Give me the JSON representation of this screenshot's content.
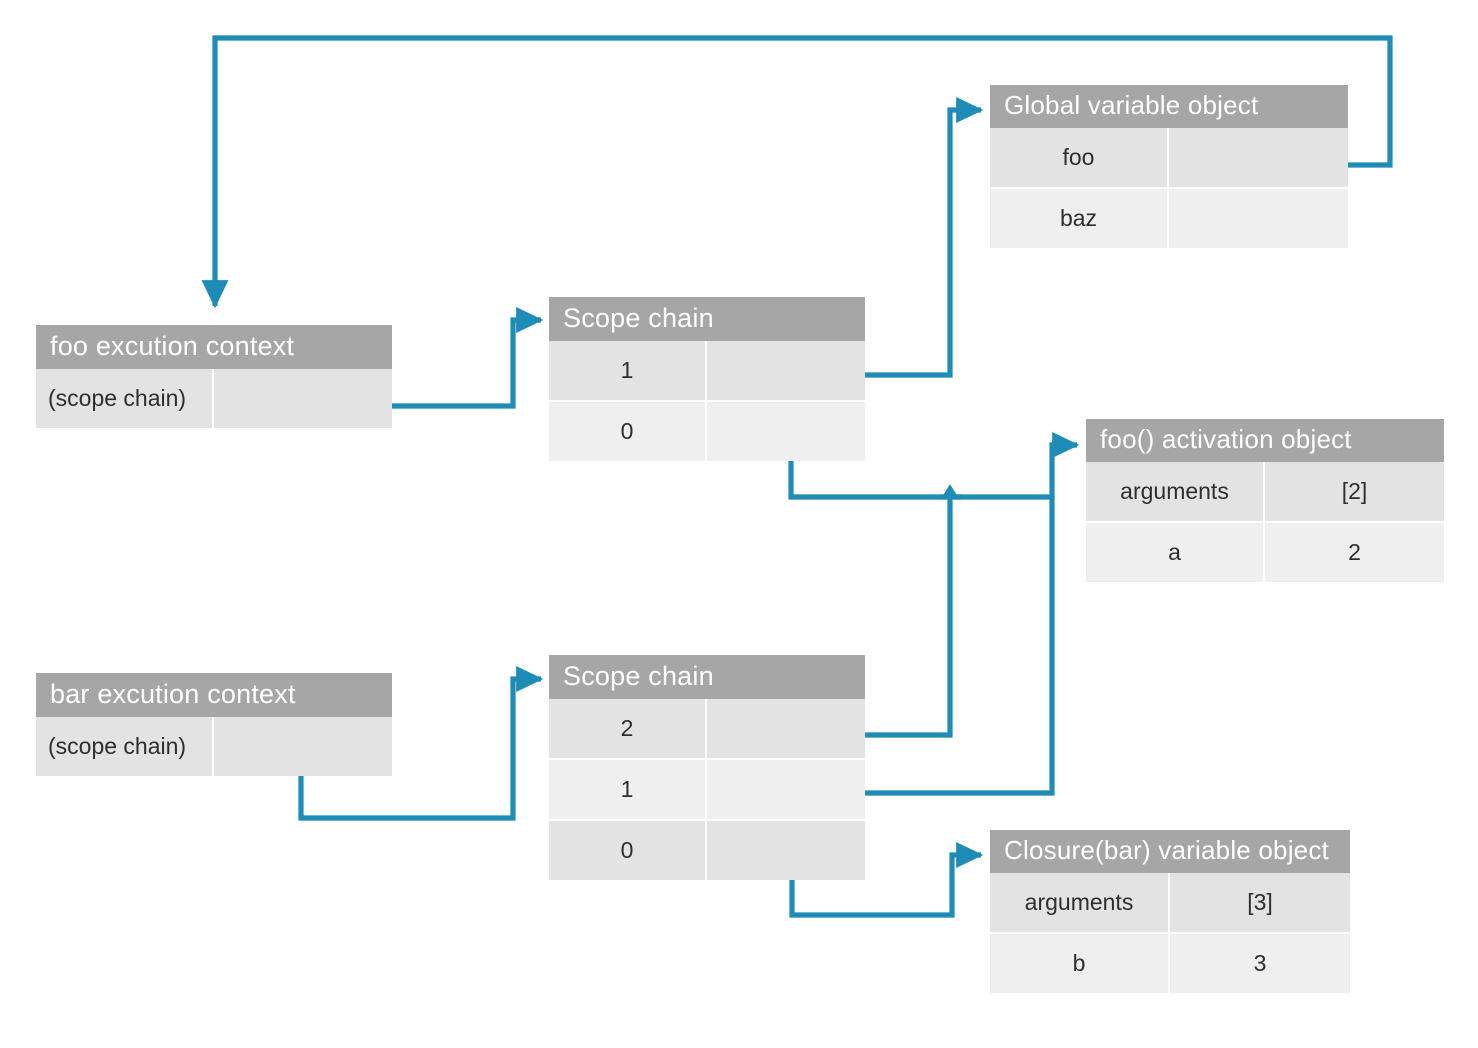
{
  "diagram": {
    "title": "JavaScript scope chain and closure reference diagram",
    "accent_color": "#1f8cb8",
    "header_color": "#a6a6a6",
    "row_color": "#e3e3e3",
    "row_alt_color": "#efefef"
  },
  "nodes": {
    "foo_context": {
      "header": "foo excution context",
      "rows": [
        {
          "key": "(scope chain)",
          "value": ""
        }
      ]
    },
    "bar_context": {
      "header": "bar excution context",
      "rows": [
        {
          "key": "(scope chain)",
          "value": ""
        }
      ]
    },
    "scope_chain_foo": {
      "header": "Scope chain",
      "rows": [
        {
          "key": "1",
          "value": ""
        },
        {
          "key": "0",
          "value": ""
        }
      ]
    },
    "scope_chain_bar": {
      "header": "Scope chain",
      "rows": [
        {
          "key": "2",
          "value": ""
        },
        {
          "key": "1",
          "value": ""
        },
        {
          "key": "0",
          "value": ""
        }
      ]
    },
    "global_variable_object": {
      "header": "Global variable object",
      "rows": [
        {
          "key": "foo",
          "value": ""
        },
        {
          "key": "baz",
          "value": ""
        }
      ]
    },
    "foo_activation_object": {
      "header": "foo() activation object",
      "rows": [
        {
          "key": "arguments",
          "value": "[2]"
        },
        {
          "key": "a",
          "value": "2"
        }
      ]
    },
    "closure_bar_variable_object": {
      "header": "Closure(bar) variable object",
      "rows": [
        {
          "key": "arguments",
          "value": "[3]"
        },
        {
          "key": "b",
          "value": "3"
        }
      ]
    }
  },
  "connections": [
    {
      "name": "global-foo-value-to-foo-context",
      "from": "global_variable_object.rows.0.value",
      "to": "foo_context.header"
    },
    {
      "name": "foo-context-scope-to-scope-chain",
      "from": "foo_context.rows.0.value",
      "to": "scope_chain_foo.header"
    },
    {
      "name": "scope-foo-1-to-global",
      "from": "scope_chain_foo.rows.0.value",
      "to": "global_variable_object.header"
    },
    {
      "name": "scope-foo-0-to-foo-activation",
      "from": "scope_chain_foo.rows.1.value",
      "to": "foo_activation_object.header"
    },
    {
      "name": "bar-context-scope-to-scope-chain",
      "from": "bar_context.rows.0.value",
      "to": "scope_chain_bar.header"
    },
    {
      "name": "scope-bar-2-to-global",
      "from": "scope_chain_bar.rows.0.value",
      "to": "global_variable_object.header"
    },
    {
      "name": "scope-bar-1-to-foo-activation",
      "from": "scope_chain_bar.rows.1.value",
      "to": "foo_activation_object.header"
    },
    {
      "name": "scope-bar-0-to-closure",
      "from": "scope_chain_bar.rows.2.value",
      "to": "closure_bar_variable_object.header"
    }
  ]
}
